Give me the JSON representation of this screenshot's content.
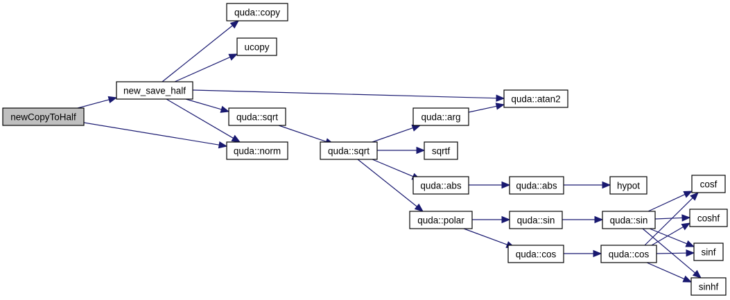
{
  "title": "newCopyToHalf call graph",
  "colors": {
    "edge": "#191970",
    "root_fill": "#bfbfbf",
    "node_fill": "#ffffff",
    "border": "#000000"
  },
  "nodes": [
    {
      "id": "newCopyToHalf",
      "label": "newCopyToHalf",
      "root": true
    },
    {
      "id": "new_save_half",
      "label": "new_save_half"
    },
    {
      "id": "quda_copy",
      "label": "quda::copy"
    },
    {
      "id": "ucopy",
      "label": "ucopy"
    },
    {
      "id": "quda_atan2",
      "label": "quda::atan2"
    },
    {
      "id": "quda_sqrt_1",
      "label": "quda::sqrt"
    },
    {
      "id": "quda_norm",
      "label": "quda::norm"
    },
    {
      "id": "quda_sqrt_2",
      "label": "quda::sqrt"
    },
    {
      "id": "quda_arg",
      "label": "quda::arg"
    },
    {
      "id": "sqrtf",
      "label": "sqrtf"
    },
    {
      "id": "quda_abs_1",
      "label": "quda::abs"
    },
    {
      "id": "quda_abs_2",
      "label": "quda::abs"
    },
    {
      "id": "hypot",
      "label": "hypot"
    },
    {
      "id": "quda_polar",
      "label": "quda::polar"
    },
    {
      "id": "quda_sin_1",
      "label": "quda::sin"
    },
    {
      "id": "quda_sin_2",
      "label": "quda::sin"
    },
    {
      "id": "quda_cos_1",
      "label": "quda::cos"
    },
    {
      "id": "quda_cos_2",
      "label": "quda::cos"
    },
    {
      "id": "cosf",
      "label": "cosf"
    },
    {
      "id": "coshf",
      "label": "coshf"
    },
    {
      "id": "sinf",
      "label": "sinf"
    },
    {
      "id": "sinhf",
      "label": "sinhf"
    }
  ],
  "edges": [
    {
      "from": "newCopyToHalf",
      "to": "new_save_half"
    },
    {
      "from": "newCopyToHalf",
      "to": "quda_norm"
    },
    {
      "from": "new_save_half",
      "to": "quda_copy"
    },
    {
      "from": "new_save_half",
      "to": "ucopy"
    },
    {
      "from": "new_save_half",
      "to": "quda_atan2"
    },
    {
      "from": "new_save_half",
      "to": "quda_sqrt_1"
    },
    {
      "from": "new_save_half",
      "to": "quda_norm"
    },
    {
      "from": "quda_sqrt_1",
      "to": "quda_sqrt_2"
    },
    {
      "from": "quda_sqrt_2",
      "to": "quda_arg"
    },
    {
      "from": "quda_sqrt_2",
      "to": "sqrtf"
    },
    {
      "from": "quda_sqrt_2",
      "to": "quda_abs_1"
    },
    {
      "from": "quda_sqrt_2",
      "to": "quda_polar"
    },
    {
      "from": "quda_arg",
      "to": "quda_atan2"
    },
    {
      "from": "quda_abs_1",
      "to": "quda_abs_2"
    },
    {
      "from": "quda_abs_2",
      "to": "hypot"
    },
    {
      "from": "quda_polar",
      "to": "quda_sin_1"
    },
    {
      "from": "quda_polar",
      "to": "quda_cos_1"
    },
    {
      "from": "quda_sin_1",
      "to": "quda_sin_2"
    },
    {
      "from": "quda_cos_1",
      "to": "quda_cos_2"
    },
    {
      "from": "quda_sin_2",
      "to": "cosf"
    },
    {
      "from": "quda_sin_2",
      "to": "coshf"
    },
    {
      "from": "quda_sin_2",
      "to": "sinf"
    },
    {
      "from": "quda_sin_2",
      "to": "sinhf"
    },
    {
      "from": "quda_cos_2",
      "to": "cosf"
    },
    {
      "from": "quda_cos_2",
      "to": "coshf"
    },
    {
      "from": "quda_cos_2",
      "to": "sinf"
    },
    {
      "from": "quda_cos_2",
      "to": "sinhf"
    }
  ]
}
